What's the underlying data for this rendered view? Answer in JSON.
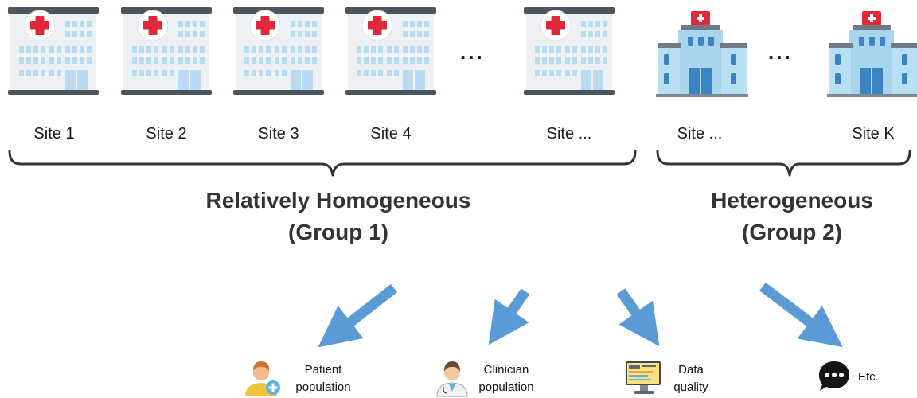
{
  "sites": {
    "labels": [
      "Site 1",
      "Site 2",
      "Site 3",
      "Site 4",
      "Site ...",
      "Site ...",
      "Site K"
    ],
    "ellipsis_group1": "...",
    "ellipsis_group2": "..."
  },
  "groups": {
    "group1": {
      "title": "Relatively Homogeneous",
      "subtitle": "(Group 1)"
    },
    "group2": {
      "title": "Heterogeneous",
      "subtitle": "(Group 2)"
    }
  },
  "factors": [
    {
      "line1": "Patient",
      "line2": "population",
      "icon": "patient-icon"
    },
    {
      "line1": "Clinician",
      "line2": "population",
      "icon": "clinician-icon"
    },
    {
      "line1": "Data",
      "line2": "quality",
      "icon": "data-quality-icon"
    },
    {
      "line1": "Etc.",
      "line2": "",
      "icon": "chat-bubble-icon"
    }
  ],
  "colors": {
    "arrow": "#5b9bd5",
    "cross": "#e0283a",
    "building_wall": "#eef1f4",
    "building_window": "#b9dcf2",
    "building_roof": "#4a5560",
    "hospital2_wall": "#a8d4ec",
    "hospital2_window": "#3a84c4"
  }
}
